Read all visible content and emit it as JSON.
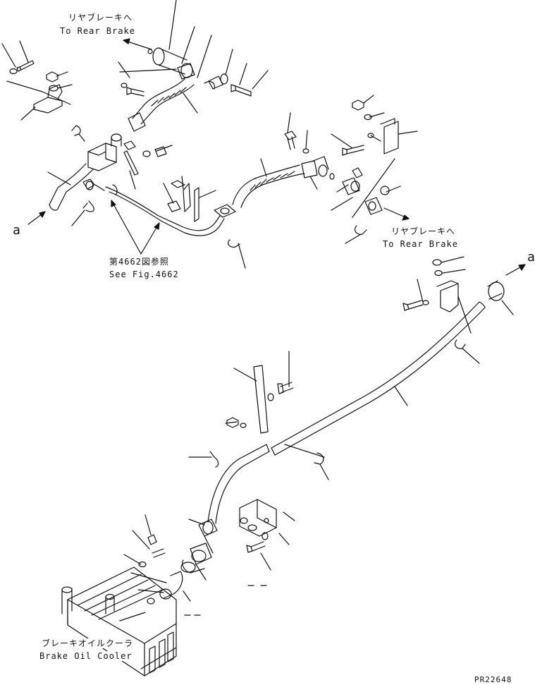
{
  "labels": {
    "to_rear_brake_top_jp": "リヤブレーキへ",
    "to_rear_brake_top_en": "To Rear Brake",
    "to_rear_brake_right_jp": "リヤブレーキへ",
    "to_rear_brake_right_en": "To Rear Brake",
    "see_fig_jp": "第4662図参照",
    "see_fig_en": "See Fig.4662",
    "cooler_jp": "ブレーキオイルクーラ",
    "cooler_en": "Brake Oil Cooler",
    "marker_a_left": "a",
    "marker_a_right": "a",
    "drawing_id": "PR22648"
  },
  "colors": {
    "line": "#111111",
    "background": "#ffffff"
  }
}
